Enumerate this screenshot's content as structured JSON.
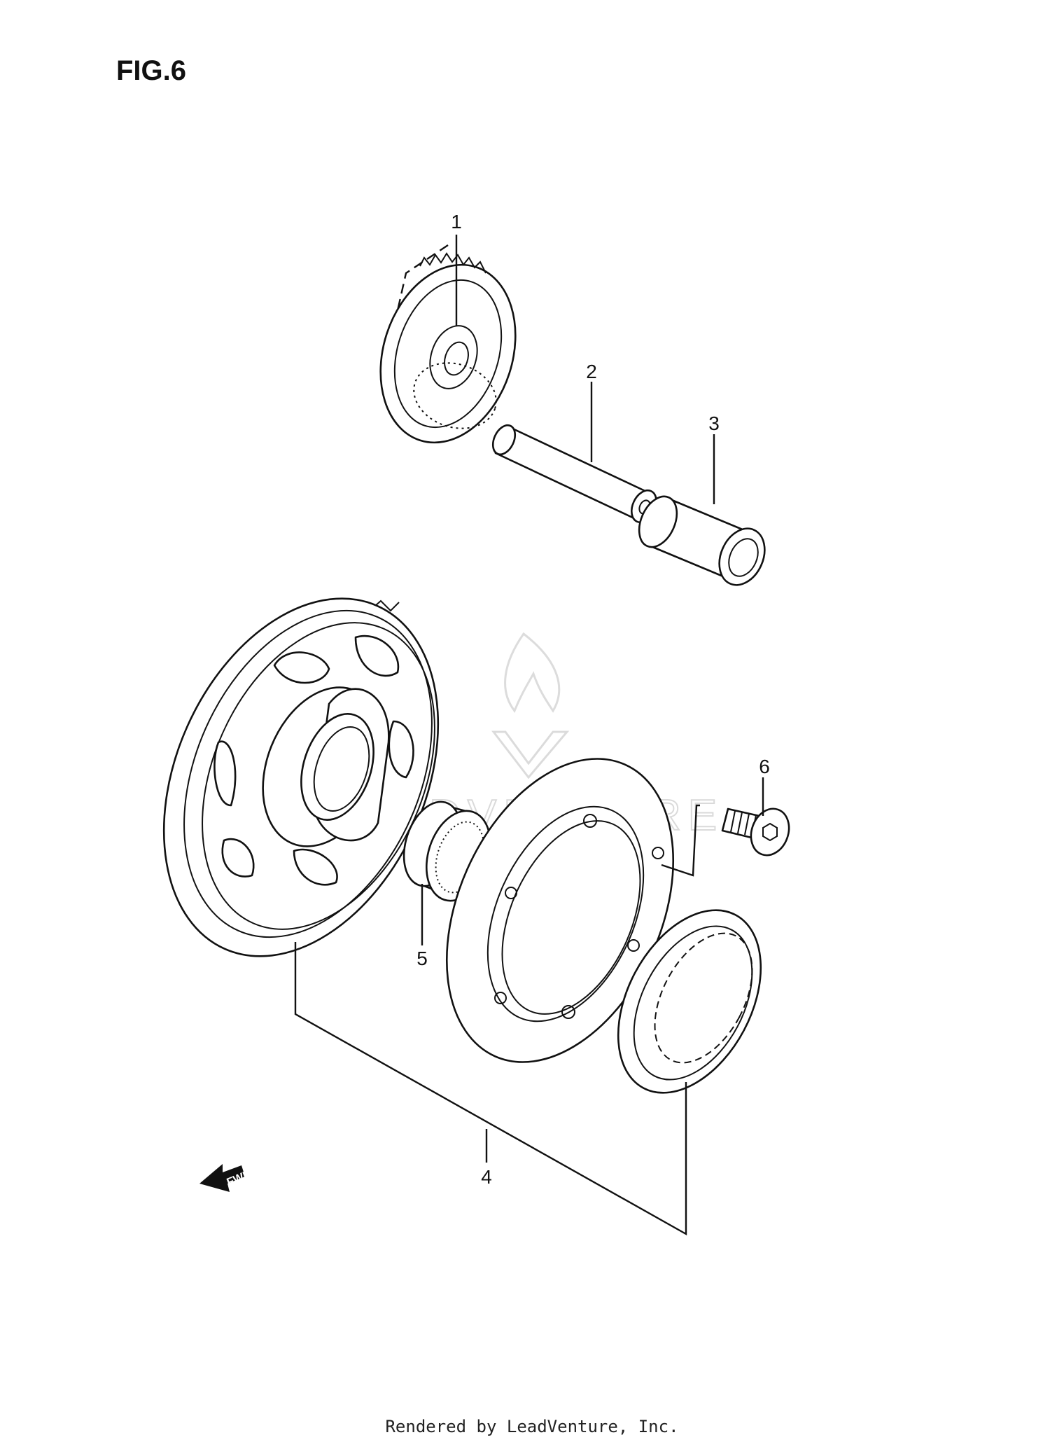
{
  "figure_label": "FIG.6",
  "callouts": [
    "1",
    "2",
    "3",
    "4",
    "5",
    "6"
  ],
  "fwd_label": "FWD",
  "watermark_text": "LEADVENTURE",
  "footer": "Rendered by LeadVenture, Inc."
}
